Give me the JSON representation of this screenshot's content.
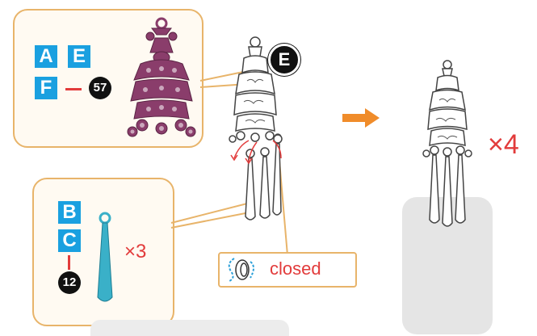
{
  "callout_top": {
    "parts": [
      "A",
      "E",
      "F"
    ],
    "count": "57"
  },
  "callout_bottom": {
    "parts": [
      "B",
      "C"
    ],
    "count": "12",
    "multiplier": "×3"
  },
  "assembly": {
    "marker": "E",
    "closed_label": "closed"
  },
  "result": {
    "multiplier": "×4"
  },
  "colors": {
    "callout_border": "#e8b46a",
    "part_badge": "#1aa0e0",
    "ornament": "#8a3d6b",
    "tassel": "#3ab0c8",
    "arrow": "#f08c2a",
    "accent_red": "#e23b3b"
  }
}
